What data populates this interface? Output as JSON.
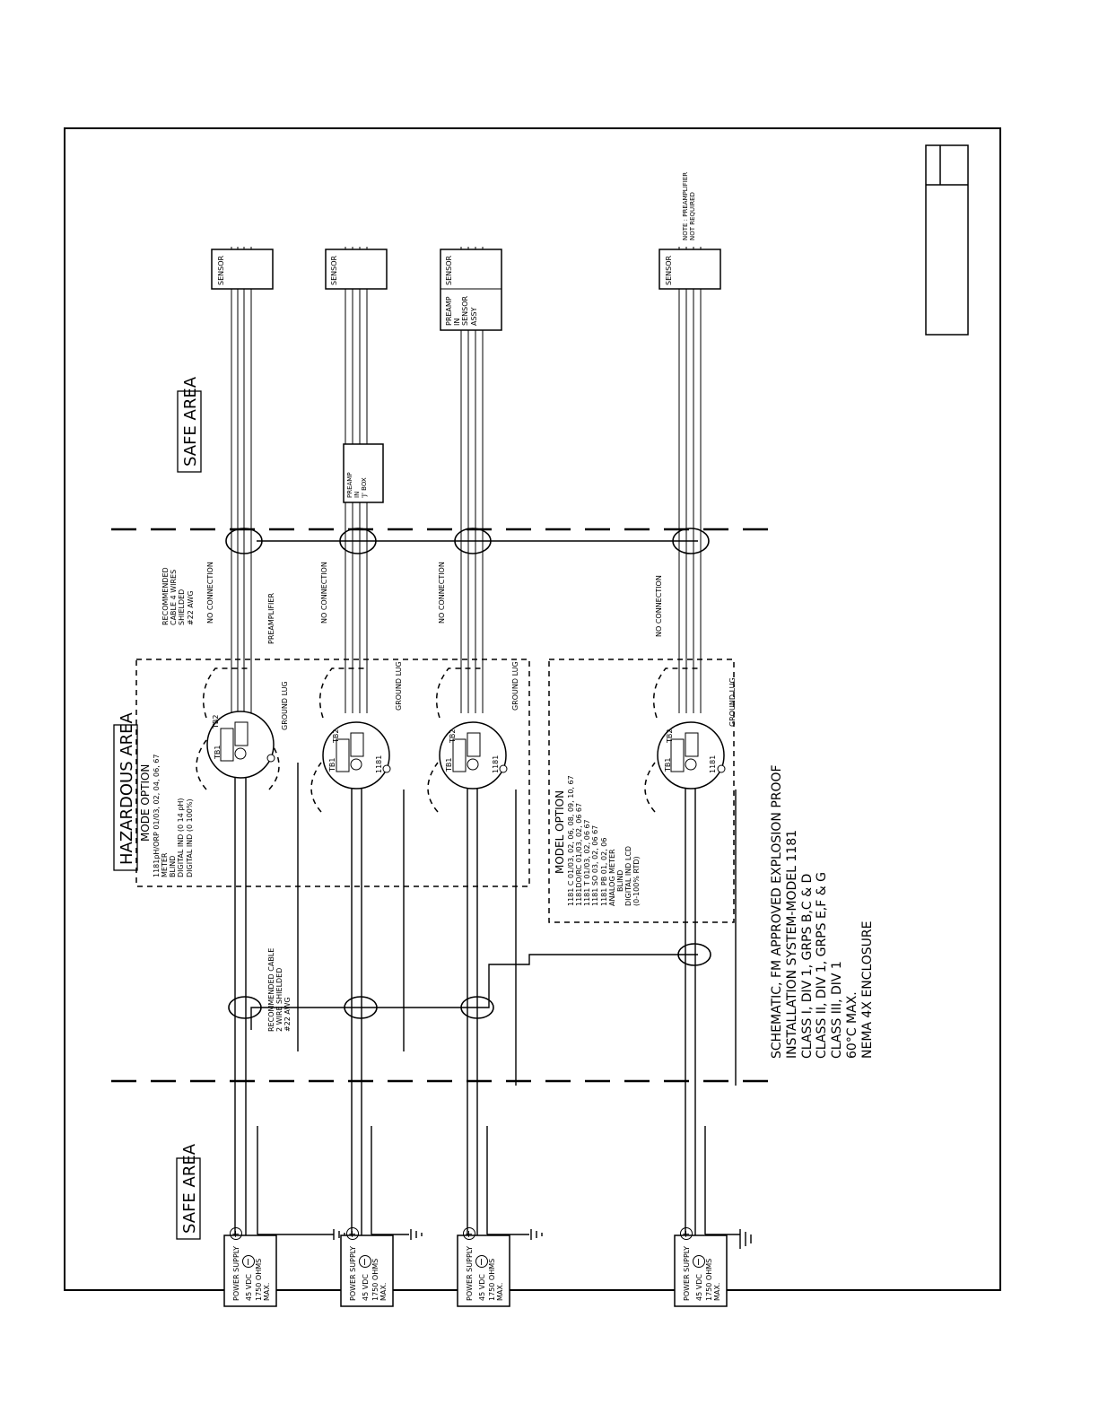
{
  "areas": {
    "safe_left": "SAFE AREA",
    "hazardous": "HAZARDOUS AREA",
    "safe_right": "SAFE AREA"
  },
  "power_supply": {
    "title": "POWER SUPPLY",
    "spec1": "45 VDC",
    "spec2": "1750 OHMS",
    "spec3": "MAX.",
    "plus": "+",
    "minus": "−"
  },
  "cables": {
    "two_wire": [
      "RECOMMENDED CABLE",
      "2 WIRE SHIELDED",
      "#22 AWG"
    ],
    "four_wire": [
      "RECOMMENDED",
      "CABLE 4 WIRES",
      "SHIELDED",
      "#22 AWG"
    ]
  },
  "labels": {
    "no_connection": "NO CONNECTION",
    "preamplifier": "PREAMPLIFIER",
    "ground_lug": "GROUND LUG",
    "tb1": "TB1",
    "tb2": "TB2",
    "model": "1181",
    "sensor": "SENSOR",
    "preamp_jbox": [
      "PREAMP",
      "IN",
      "'J' BOX"
    ],
    "preamp_sensor": [
      "PREAMP",
      "IN",
      "SENSOR",
      "ASSY"
    ],
    "note": [
      "NOTE : PREAMPLIFIER",
      "NOT REQUIRED"
    ]
  },
  "mode_option": {
    "title": "MODE OPTION",
    "lines": [
      "1181pH/ORP  01/03, 02, 04, 06, 67",
      "METER",
      "BLIND",
      "DIGITAL IND (0  14 pH)",
      "DIGITAL IND (0 100%)"
    ]
  },
  "model_option": {
    "title": "MODEL OPTION",
    "lines": [
      "1181 C    01/03, 02, 06, 08, 09, 10, 67",
      "1181DO/RC  01/03, 02, 06   67",
      "1181 T    01/03, 02, 06   67",
      "1181 SO   03, 02, 06   67",
      "1181 PB   01, 02, 06",
      "ANALOG METER",
      "BLIND",
      "DIGITAL IND LCD",
      "(0-100% RTD)"
    ]
  },
  "title_block": {
    "lines": [
      "SCHEMATIC, FM APPROVED EXPLOSION PROOF",
      "INSTALLATION SYSTEM-MODEL 1181",
      "CLASS I, DIV 1, GRPS B,C & D",
      "CLASS II, DIV 1, GRPS E,F & G",
      "CLASS III, DIV 1",
      "60°C MAX.",
      "NEMA 4X ENCLOSURE"
    ]
  }
}
